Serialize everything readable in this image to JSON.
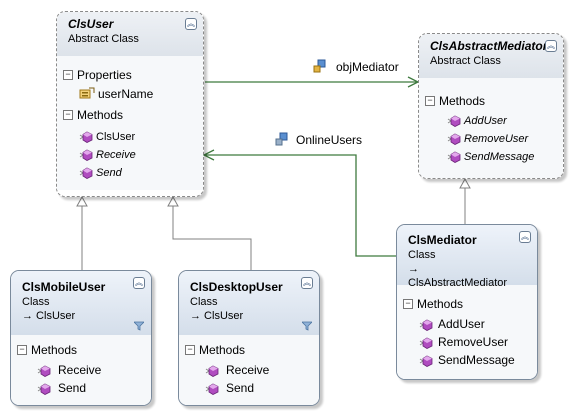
{
  "classes": {
    "cls_user": {
      "name": "ClsUser",
      "kind": "Abstract Class",
      "properties_label": "Properties",
      "properties": [
        "userName"
      ],
      "methods_label": "Methods",
      "methods": [
        "ClsUser",
        "Receive",
        "Send"
      ]
    },
    "cls_abstract_mediator": {
      "name": "ClsAbstractMediator",
      "kind": "Abstract Class",
      "methods_label": "Methods",
      "methods": [
        "AddUser",
        "RemoveUser",
        "SendMessage"
      ]
    },
    "cls_mediator": {
      "name": "ClsMediator",
      "kind": "Class",
      "base": "→ ClsAbstractMediator",
      "methods_label": "Methods",
      "methods": [
        "AddUser",
        "RemoveUser",
        "SendMessage"
      ]
    },
    "cls_mobile_user": {
      "name": "ClsMobileUser",
      "kind": "Class",
      "base": "→ ClsUser",
      "methods_label": "Methods",
      "methods": [
        "Receive",
        "Send"
      ]
    },
    "cls_desktop_user": {
      "name": "ClsDesktopUser",
      "kind": "Class",
      "base": "→ ClsUser",
      "methods_label": "Methods",
      "methods": [
        "Receive",
        "Send"
      ]
    }
  },
  "associations": {
    "obj_mediator": "objMediator",
    "online_users": "OnlineUsers"
  },
  "colors": {
    "association_line": "#3f7a3f",
    "inheritance_line": "#808080",
    "method_icon": "#b04cc0",
    "property_icon": "#d49a2a"
  },
  "icons": {
    "collapse": "double-chevron-up-icon",
    "filter": "funnel-icon",
    "method": "method-cube-icon",
    "property": "property-hand-icon",
    "association": "association-icon"
  }
}
